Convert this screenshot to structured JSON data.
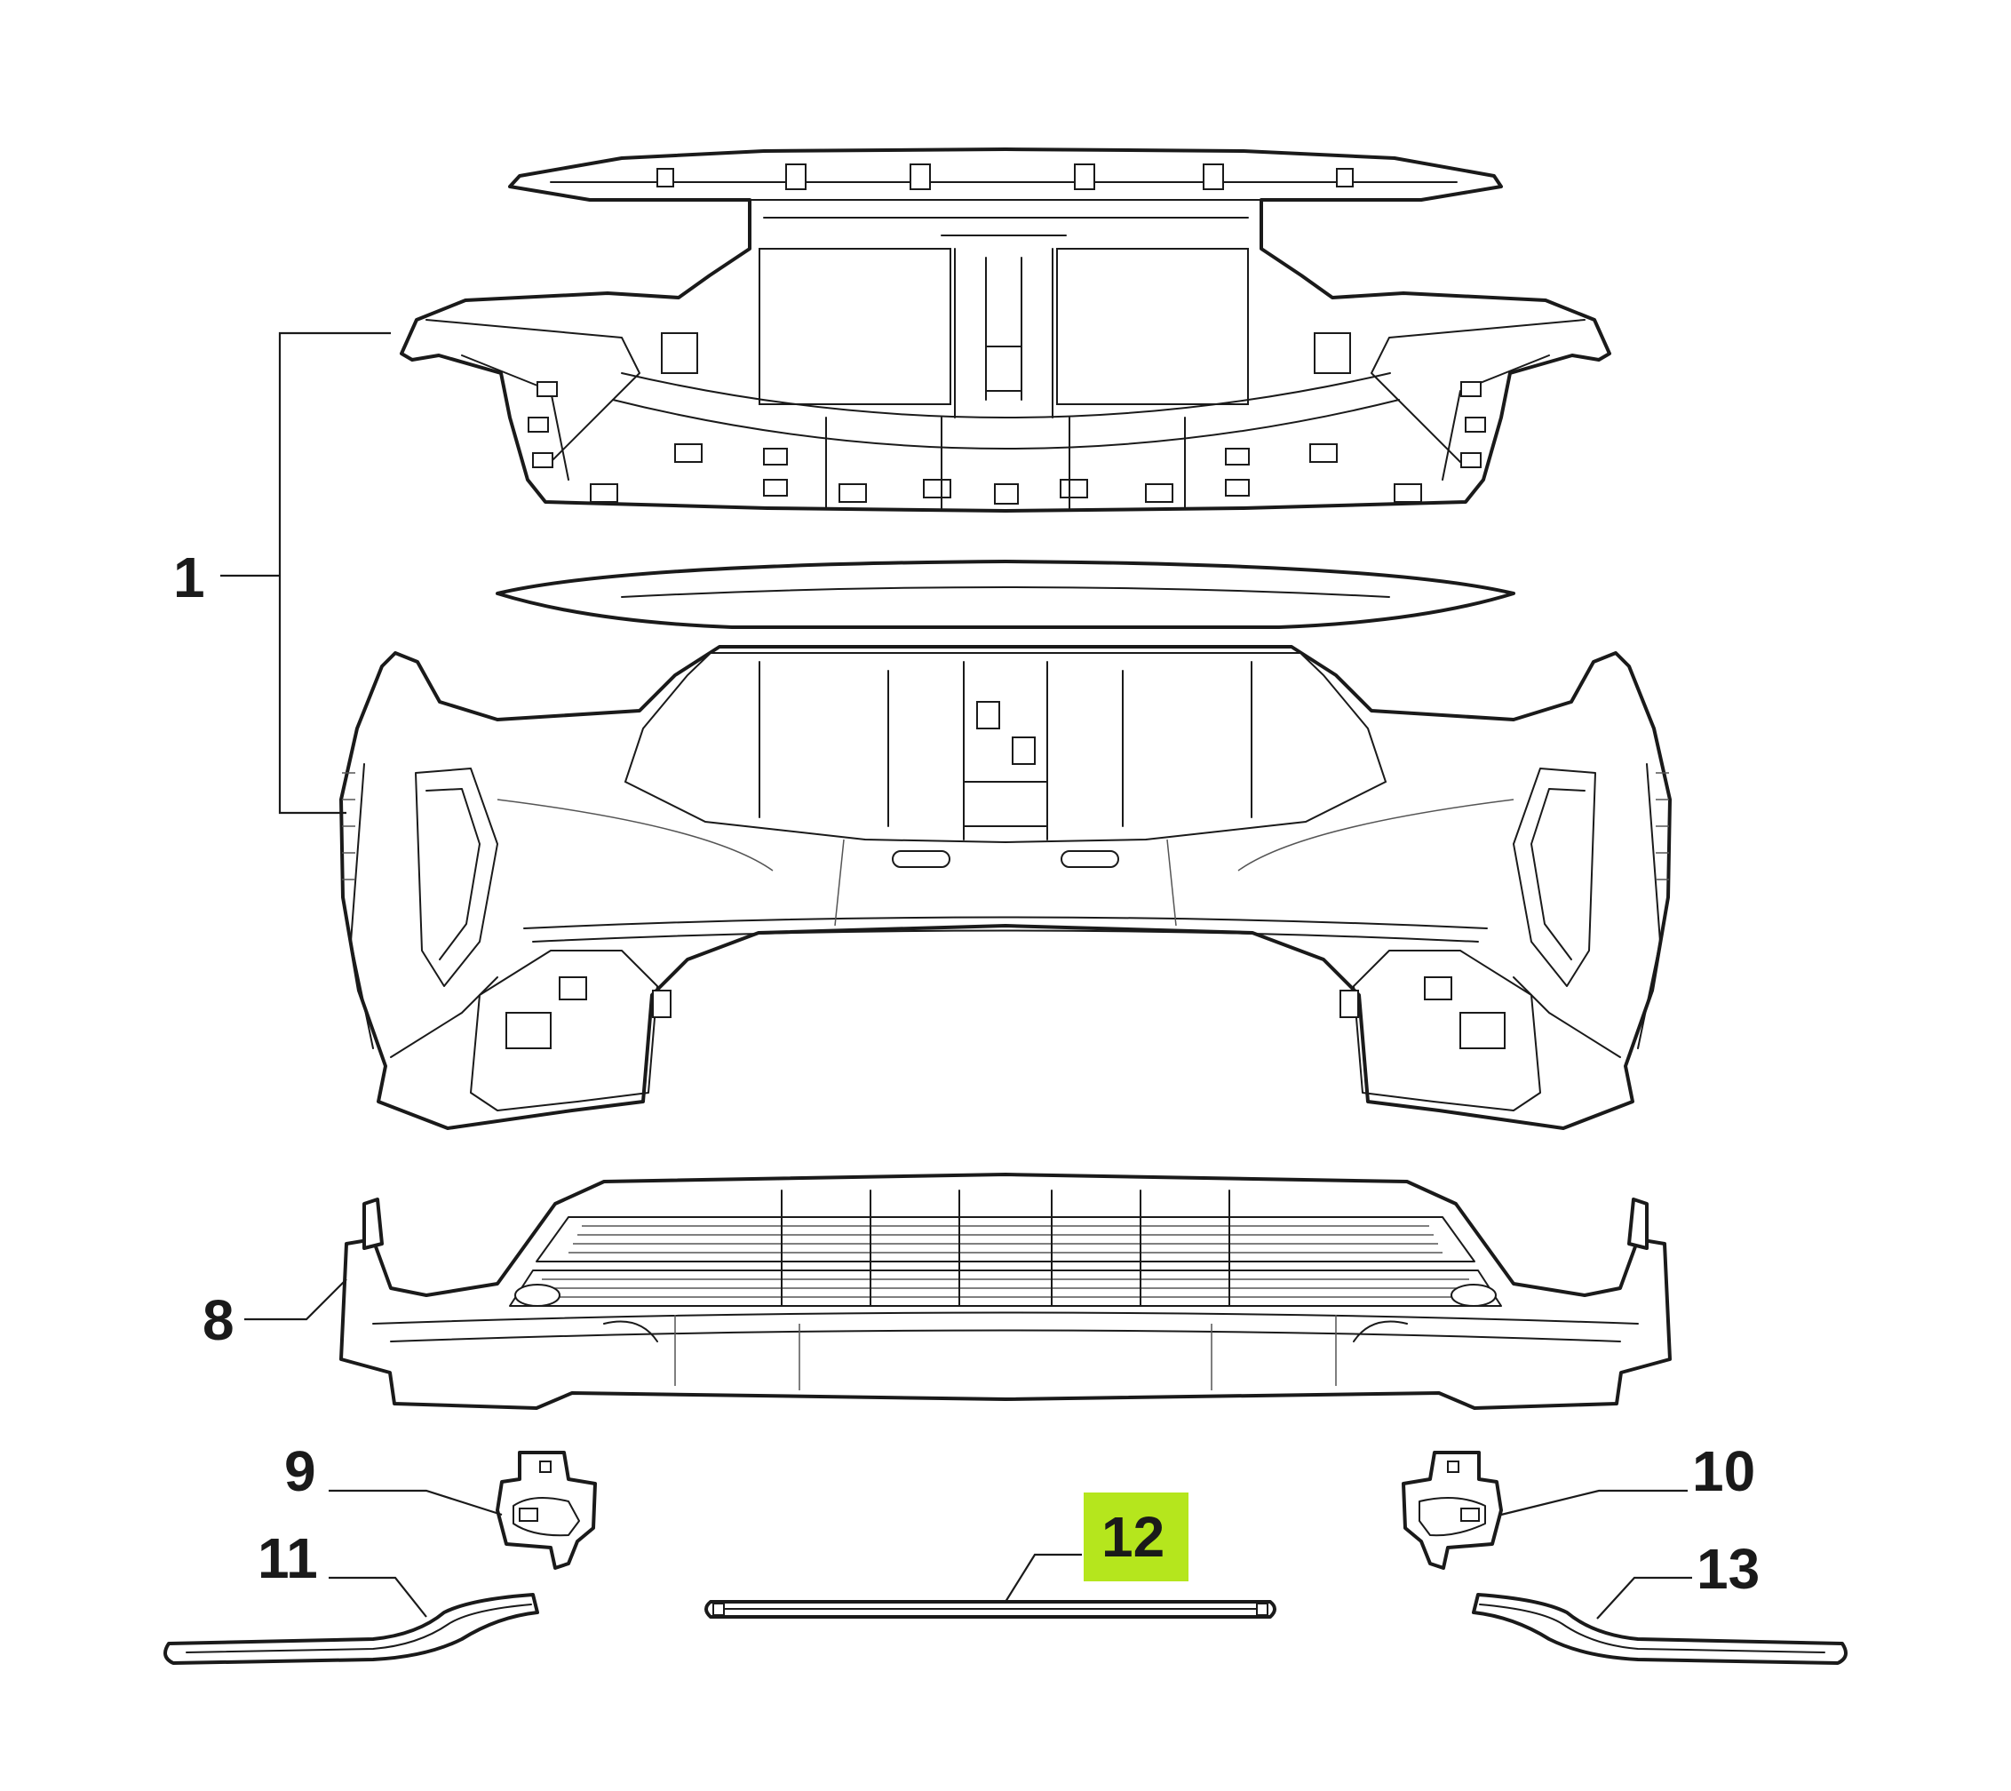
{
  "highlight_color": "#b5e61d",
  "callouts": {
    "c1": "1",
    "c8": "8",
    "c9": "9",
    "c10": "10",
    "c11": "11",
    "c12": "12",
    "c13": "13"
  }
}
